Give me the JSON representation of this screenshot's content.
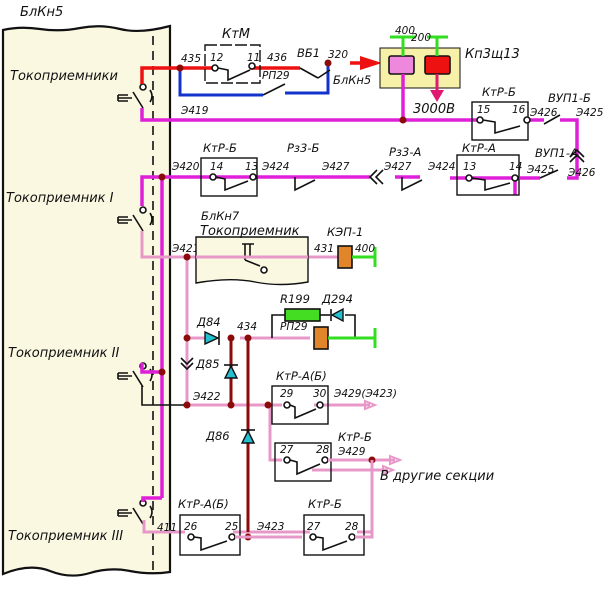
{
  "panel": {
    "title": "БлКн5",
    "pantographs": [
      {
        "label": "Токоприемники"
      },
      {
        "label": "Токоприемник I"
      },
      {
        "label": "Токоприемник II"
      },
      {
        "label": "Токоприемник III"
      }
    ]
  },
  "wires": {
    "w435": "435",
    "w436": "436",
    "w320": "320",
    "w3419": "Э419",
    "w3420": "Э420",
    "w3421": "Э421",
    "w3422": "Э422",
    "w3423": "Э423",
    "w3424a": "Э424",
    "w3424b": "Э424",
    "w3427a": "Э427",
    "w3427b": "Э427",
    "w3425a": "Э425",
    "w3425b": "Э425",
    "w3426a": "Э426",
    "w3426b": "Э426",
    "w431": "431",
    "w400a": "400",
    "w400b": "400",
    "w200": "200",
    "w434": "434",
    "w411": "411",
    "w3429a": "Э429(Э423)",
    "w3429b": "Э429"
  },
  "components": {
    "ktm": {
      "label": "КтМ",
      "pin_a": "12",
      "pin_b": "11"
    },
    "rp29_top": "РП29",
    "vb1": "ВБ1",
    "blkn5_out": "БлКн5",
    "kp3sh13": "Кп3щ13",
    "voltage": "3000В",
    "ktr_b_top": {
      "label": "КтР-Б",
      "pin_a": "15",
      "pin_b": "16"
    },
    "vup1_b": "ВУП1-Б",
    "vup1_a": "ВУП1-А",
    "ktr_b_mid": {
      "label": "КтР-Б",
      "pin_a": "14",
      "pin_b": "13"
    },
    "rz3_b": "Рз3-Б",
    "rz3_a": "Рз3-А",
    "ktr_a": {
      "label": "КтР-А",
      "pin_a": "13",
      "pin_b": "14"
    },
    "blkn7": "БлКн7",
    "blkn7_inner": "Токоприемник",
    "kep1": "КЭП-1",
    "r199": "R199",
    "d294": "Д294",
    "rp29_mid": "РП29",
    "d84": "Д84",
    "d85": "Д85",
    "d86": "Д86",
    "ktr_ab_30": {
      "label": "КтР-А(Б)",
      "pin_a": "29",
      "pin_b": "30"
    },
    "ktr_b_28": {
      "label": "КтР-Б",
      "pin_a": "27",
      "pin_b": "28"
    },
    "to_other_sections": "В другие секции",
    "ktr_ab_bot": {
      "label": "КтР-А(Б)",
      "pin_a": "26",
      "pin_b": "25"
    },
    "ktr_b_bot": {
      "label": "КтР-Б",
      "pin_a": "27",
      "pin_b": "28"
    }
  },
  "colors": {
    "panel_fill": "#fbf8e2",
    "red": "#ee1111",
    "blue": "#1133cc",
    "magenta": "#e020d8",
    "pink": "#e898c8",
    "darkred": "#8b0a0a",
    "green": "#33dd22",
    "node": "#8b0a0a",
    "yellow_box": "#f7f0a8",
    "coil_orange": "#e0852a",
    "coil_pink": "#ee88dd",
    "coil_red": "#ee1111",
    "resistor_green": "#44dd22",
    "diode_teal": "#22c0d0"
  }
}
